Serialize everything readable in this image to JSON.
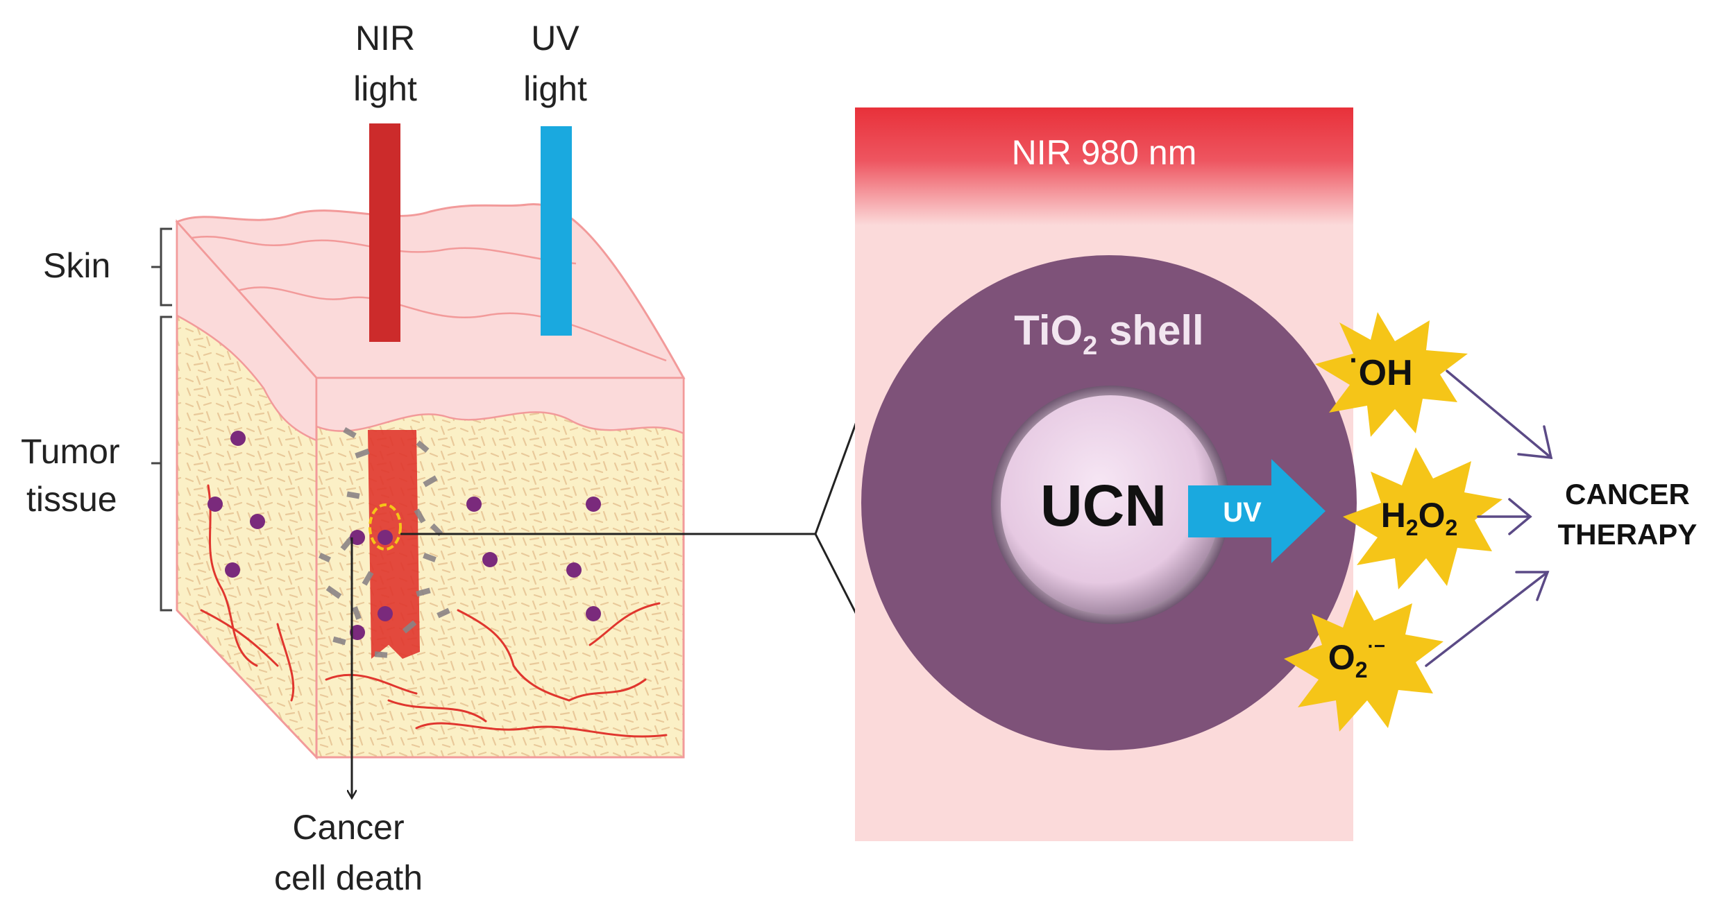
{
  "labels": {
    "nir_light_line1": "NIR",
    "nir_light_line2": "light",
    "uv_light_line1": "UV",
    "uv_light_line2": "light",
    "skin": "Skin",
    "tumor_line1": "Tumor",
    "tumor_line2": "tissue",
    "cancer_death_line1": "Cancer",
    "cancer_death_line2": "cell death",
    "nir_band": "NIR 980 nm",
    "shell_prefix": "TiO",
    "shell_sub": "2",
    "shell_suffix": " shell",
    "core": "UCN",
    "uv_arrow": "UV",
    "oh_dot": "·",
    "oh": "OH",
    "h2o2_h": "H",
    "h2o2_sub1": "2",
    "h2o2_o": "O",
    "h2o2_sub2": "2",
    "o2": "O",
    "o2_sub": "2",
    "o2_sup": "·−",
    "therapy_line1": "CANCER",
    "therapy_line2": "THERAPY"
  },
  "colors": {
    "nir": "#cc2b2b",
    "uv": "#1aa9df",
    "skin": "#fbdada",
    "tissue": "#fbf1c8",
    "shell": "#7e5279",
    "burst": "#f5c518",
    "arrow": "#5b4a86"
  }
}
